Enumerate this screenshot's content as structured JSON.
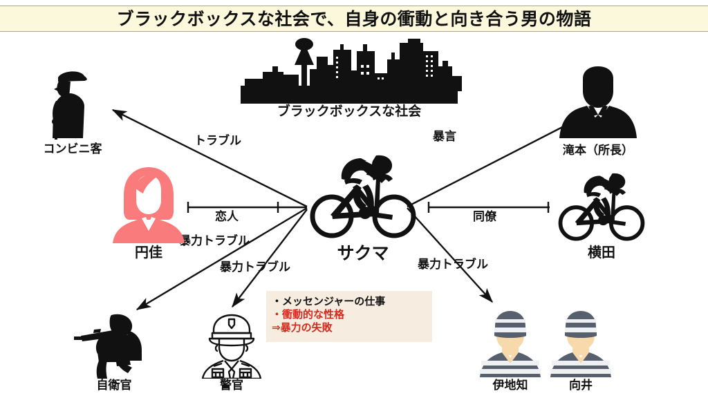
{
  "title": {
    "text": "ブラックボックスな社会で、自身の衝動と向き合う男の物語",
    "banner_color": "#fcf8dc"
  },
  "colors": {
    "silhouette": "#111111",
    "pink_avatar": "#fa7b7b",
    "prisoner_stripe_dark": "#58606e",
    "prisoner_stripe_light": "#eef0f3",
    "prisoner_skin": "#f8d9ac",
    "note_background": "#f7ece0",
    "note_red": "#d42a1e",
    "line": "#111111"
  },
  "nodes": [
    {
      "id": "society",
      "label": "ブラックボックスな社会",
      "icon": "city-skyline-icon",
      "font_size": 19
    },
    {
      "id": "customer",
      "label": "コンビニ客",
      "icon": "elderly-man-cane-icon",
      "font_size": 17
    },
    {
      "id": "takimoto",
      "label": "滝本（所長）",
      "icon": "businessman-bust-icon",
      "font_size": 17
    },
    {
      "id": "madoka",
      "label": "円佳",
      "icon": "female-avatar-icon",
      "font_size": 20
    },
    {
      "id": "sakuma",
      "label": "サクマ",
      "icon": "cyclist-icon",
      "font_size": 25
    },
    {
      "id": "yokota",
      "label": "横田",
      "icon": "cyclist-icon",
      "font_size": 20
    },
    {
      "id": "soldier",
      "label": "自衛官",
      "icon": "soldier-rifle-icon",
      "font_size": 17
    },
    {
      "id": "police",
      "label": "警官",
      "icon": "police-officer-icon",
      "font_size": 17
    },
    {
      "id": "ijichi",
      "label": "伊地知",
      "icon": "prisoner-icon",
      "font_size": 17
    },
    {
      "id": "mukai",
      "label": "向井",
      "icon": "prisoner-icon",
      "font_size": 17
    }
  ],
  "edges": [
    {
      "id": "to-customer",
      "label": "トラブル",
      "from": "sakuma",
      "to": "customer",
      "style": "arrow"
    },
    {
      "id": "to-takimoto",
      "label": "暴言",
      "from": "sakuma",
      "to": "takimoto",
      "style": "arrow"
    },
    {
      "id": "to-madoka",
      "label": "恋人",
      "from": "sakuma",
      "to": "madoka",
      "style": "bar"
    },
    {
      "id": "to-yokota",
      "label": "同僚",
      "from": "sakuma",
      "to": "yokota",
      "style": "bar"
    },
    {
      "id": "to-soldier",
      "label": "暴力トラブル",
      "from": "sakuma",
      "to": "soldier",
      "style": "arrow"
    },
    {
      "id": "to-police",
      "label": "暴力トラブル",
      "from": "sakuma",
      "to": "police",
      "style": "arrow"
    },
    {
      "id": "to-prisoners",
      "label": "暴力トラブル",
      "from": "sakuma",
      "to": "ijichi",
      "style": "arrow"
    }
  ],
  "note": {
    "lines": [
      {
        "text": "・メッセンジャーの仕事",
        "color": "black"
      },
      {
        "text": "・衝動的な性格",
        "color": "red"
      },
      {
        "text": "⇒暴力の失敗",
        "color": "red"
      }
    ]
  }
}
